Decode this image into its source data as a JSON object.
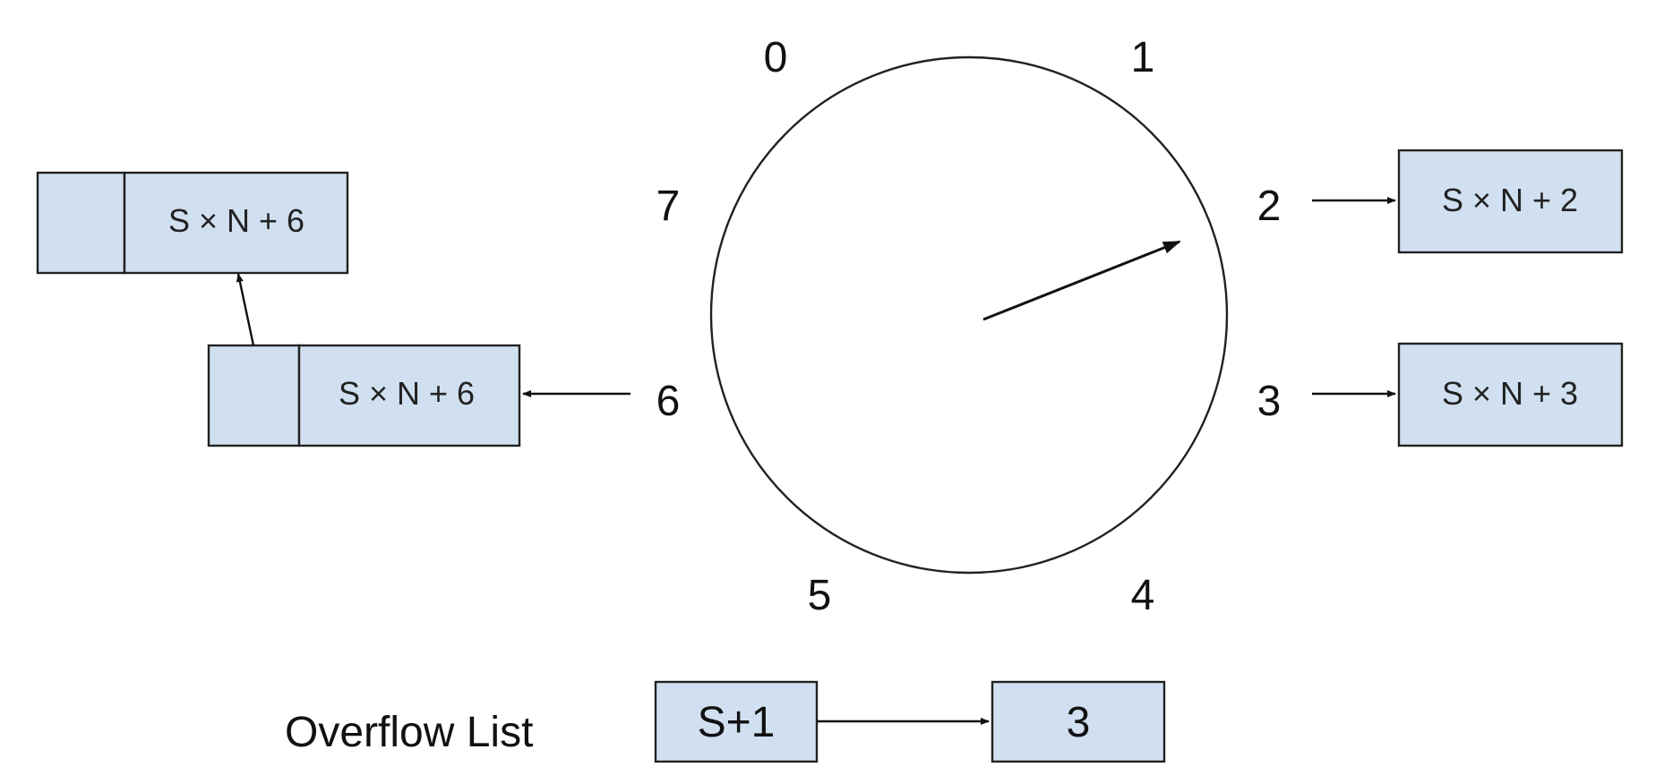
{
  "wheel": {
    "slots": [
      "0",
      "1",
      "2",
      "3",
      "4",
      "5",
      "6",
      "7"
    ]
  },
  "buckets": {
    "slot2_node": "S × N + 2",
    "slot3_node": "S × N + 3",
    "slot6_node_first": "S × N + 6",
    "slot6_node_second": "S × N + 6"
  },
  "overflow": {
    "label": "Overflow List",
    "nodes": [
      "S+1",
      "3"
    ]
  }
}
